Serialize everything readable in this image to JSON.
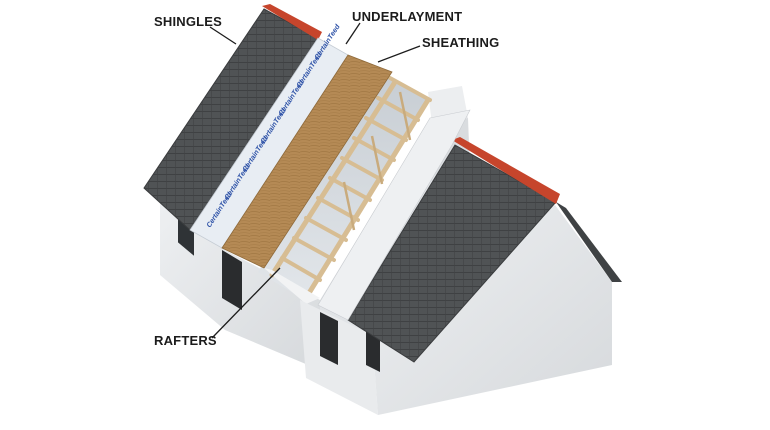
{
  "labels": {
    "shingles": "SHINGLES",
    "underlayment": "UNDERLAYMENT",
    "sheathing": "SHEATHING",
    "rafters": "RAFTERS"
  },
  "underlayment_brand": "CertainTeed",
  "colors": {
    "shingle": "#4f5254",
    "underlayment": "#e9eef4",
    "sheathing": "#b48a55",
    "rafter": "#d8bf96",
    "wall": "#e4e6e8",
    "ridge_tile": "#c8452b",
    "leader_line": "#1c1c1c"
  }
}
